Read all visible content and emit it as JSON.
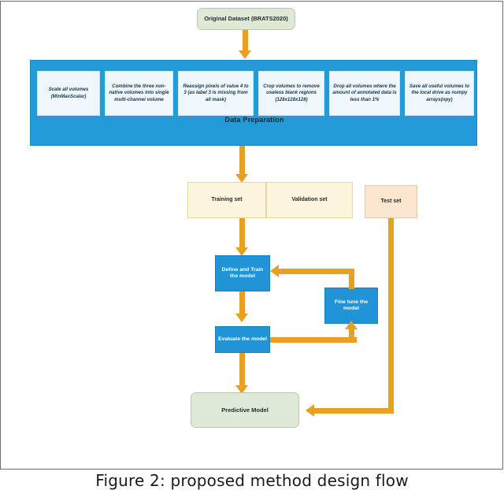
{
  "figure": {
    "caption": "Figure  2: proposed method design flow",
    "colors": {
      "band_blue": "#229BD8",
      "process_blue": "#2094D6",
      "arrow_orange": "#E8A020",
      "terminator_green": "#dfe9d8",
      "dataset_cream": "#fdf4dd",
      "test_peach": "#fbe6d0"
    }
  },
  "nodes": {
    "original_dataset": "Original Dataset (BRATS2020)",
    "data_preparation_label": "Data Preparation",
    "training_set": "Training set",
    "validation_set": "Validation set",
    "test_set": "Test set",
    "define_train": "Define and Train the model",
    "fine_tune": "Fine tune the model",
    "evaluate": "Evaluate the model",
    "predictive_model": "Predictive Model"
  },
  "preparation_steps": [
    {
      "text": "Scale all volumes (MinMaxScalar)"
    },
    {
      "text": "Combine the three non-native volumes into single multi-channel volume"
    },
    {
      "text": "Reassign pixels of value 4 to 3 (as label 3 is missing from all mask)"
    },
    {
      "text": "Crop volumes to remove useless blank regions (128x128x128)"
    },
    {
      "text": "Drop all volumes where the amount of annotated data is less than 1%"
    },
    {
      "text": "Save all useful volumes to the local drive as numpy arrays(npy)"
    }
  ]
}
